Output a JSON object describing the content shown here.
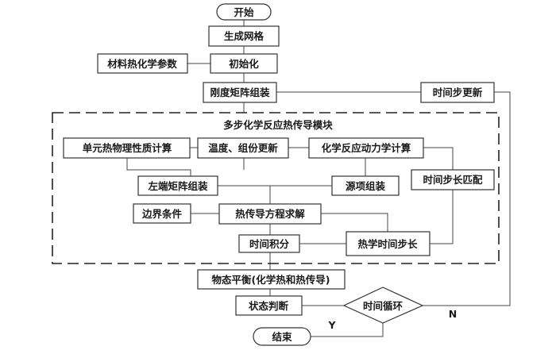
{
  "flowchart": {
    "nodes": {
      "start": "开始",
      "mesh": "生成网格",
      "material_params": "材料热化学参数",
      "init": "初始化",
      "stiffness": "刚度矩阵组装",
      "time_update": "时间步更新",
      "element_props": "单元热物理性质计算",
      "temp_update": "温度、组份更新",
      "kinetics": "化学反应动力学计算",
      "lhs_matrix": "左端矩阵组装",
      "source": "源项组装",
      "step_match": "时间步长匹配",
      "boundary": "边界条件",
      "heat_solve": "热传导方程求解",
      "time_integral": "时间积分",
      "thermal_step": "热学时间步长",
      "equilibrium": "物态平衡(化学热和热传导)",
      "state_judge": "状态判断",
      "time_loop": "时间循环",
      "end": "结束"
    },
    "module_label": "多步化学反应热传导模块",
    "edge_labels": {
      "yes": "Y",
      "no": "N"
    }
  }
}
